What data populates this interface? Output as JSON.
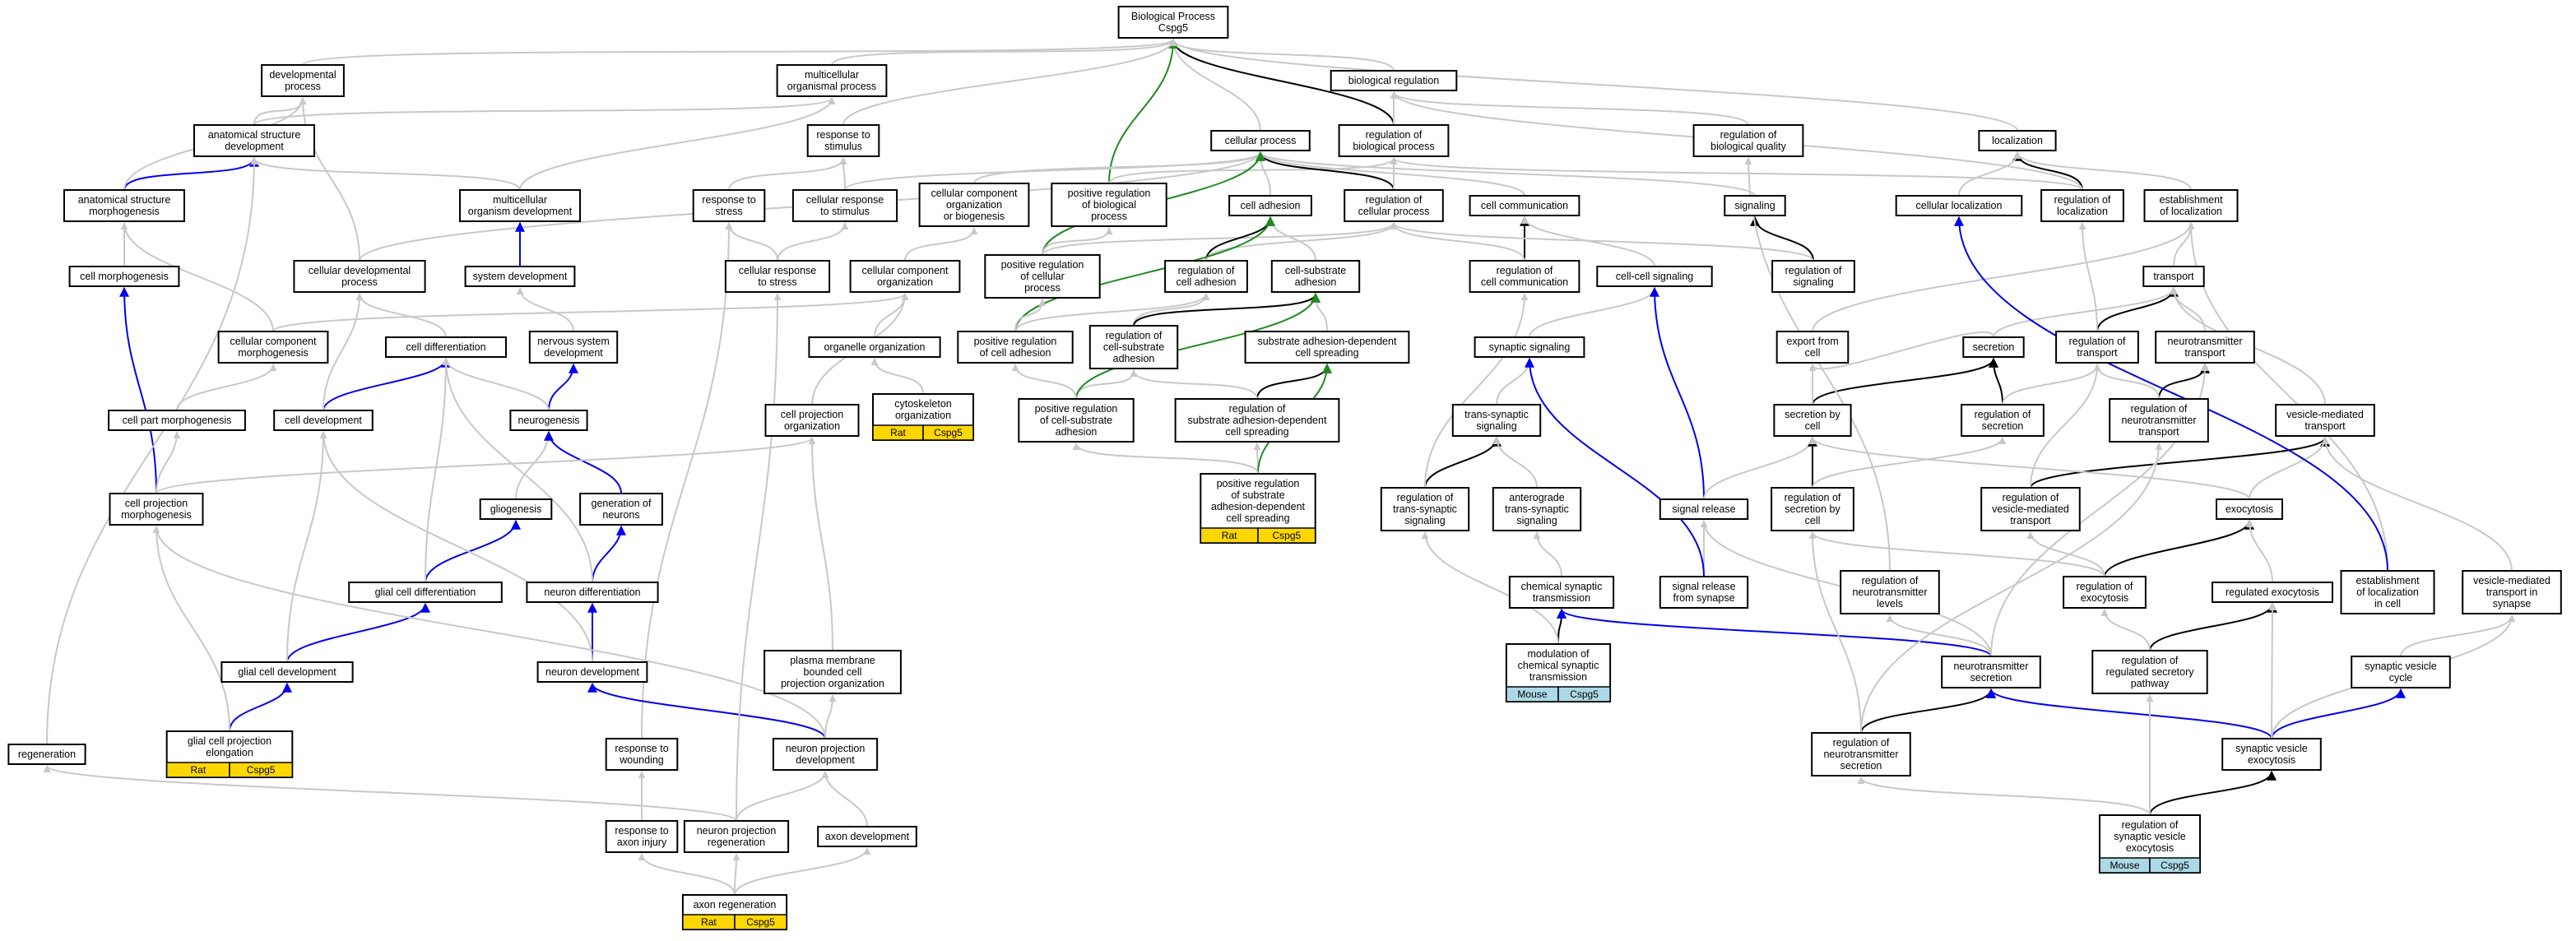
{
  "colors": {
    "gray": "#c8c8c8",
    "black": "#000000",
    "blue": "#0000ee",
    "green": "#208a20",
    "rat": "#ffd700",
    "mouse": "#add8e6"
  },
  "nodes": [
    {
      "id": "bp",
      "label": "Biological Process\nCspg5"
    },
    {
      "id": "dev",
      "label": "developmental\nprocess"
    },
    {
      "id": "mop",
      "label": "multicellular\norganismal process"
    },
    {
      "id": "bioreg",
      "label": "biological regulation"
    },
    {
      "id": "asd",
      "label": "anatomical structure\ndevelopment"
    },
    {
      "id": "rts",
      "label": "response to\nstimulus"
    },
    {
      "id": "cp",
      "label": "cellular process"
    },
    {
      "id": "rbp",
      "label": "regulation of\nbiological process"
    },
    {
      "id": "rbq",
      "label": "regulation of\nbiological quality"
    },
    {
      "id": "loc",
      "label": "localization"
    },
    {
      "id": "asm",
      "label": "anatomical structure\nmorphogenesis"
    },
    {
      "id": "mod",
      "label": "multicellular\norganism development"
    },
    {
      "id": "rtst",
      "label": "response to\nstress"
    },
    {
      "id": "crs",
      "label": "cellular response\nto stimulus"
    },
    {
      "id": "ccob",
      "label": "cellular component\norganization\nor biogenesis"
    },
    {
      "id": "prbp",
      "label": "positive regulation\nof biological\nprocess"
    },
    {
      "id": "ca",
      "label": "cell adhesion"
    },
    {
      "id": "rcp",
      "label": "regulation of\ncellular process"
    },
    {
      "id": "cc",
      "label": "cell communication"
    },
    {
      "id": "sig",
      "label": "signaling"
    },
    {
      "id": "cl",
      "label": "cellular localization"
    },
    {
      "id": "rloc",
      "label": "regulation of\nlocalization"
    },
    {
      "id": "eloc",
      "label": "establishment\nof localization"
    },
    {
      "id": "cm",
      "label": "cell morphogenesis"
    },
    {
      "id": "cdp",
      "label": "cellular developmental\nprocess"
    },
    {
      "id": "sd",
      "label": "system development"
    },
    {
      "id": "crst",
      "label": "cellular response\nto stress"
    },
    {
      "id": "cco",
      "label": "cellular component\norganization"
    },
    {
      "id": "prcp",
      "label": "positive regulation\nof cellular\nprocess"
    },
    {
      "id": "rca",
      "label": "regulation of\ncell adhesion"
    },
    {
      "id": "csa",
      "label": "cell-substrate\nadhesion"
    },
    {
      "id": "rcc",
      "label": "regulation of\ncell communication"
    },
    {
      "id": "ccs",
      "label": "cell-cell signaling"
    },
    {
      "id": "rsig",
      "label": "regulation of\nsignaling"
    },
    {
      "id": "tr",
      "label": "transport"
    },
    {
      "id": "ccm",
      "label": "cellular component\nmorphogenesis"
    },
    {
      "id": "cdiff",
      "label": "cell differentiation"
    },
    {
      "id": "nsd",
      "label": "nervous system\ndevelopment"
    },
    {
      "id": "oo",
      "label": "organelle organization"
    },
    {
      "id": "prca",
      "label": "positive regulation\nof cell adhesion"
    },
    {
      "id": "rcsa",
      "label": "regulation of\ncell-substrate\nadhesion"
    },
    {
      "id": "sadcs",
      "label": "substrate adhesion-dependent\ncell spreading"
    },
    {
      "id": "ss",
      "label": "synaptic signaling"
    },
    {
      "id": "efc",
      "label": "export from\ncell"
    },
    {
      "id": "sec",
      "label": "secretion"
    },
    {
      "id": "rtr",
      "label": "regulation of\ntransport"
    },
    {
      "id": "ntt",
      "label": "neurotransmitter\ntransport"
    },
    {
      "id": "cpm",
      "label": "cell part morphogenesis"
    },
    {
      "id": "cdev",
      "label": "cell development"
    },
    {
      "id": "neurog",
      "label": "neurogenesis"
    },
    {
      "id": "cpo",
      "label": "cell projection\norganization"
    },
    {
      "id": "cyto",
      "label": "cytoskeleton\norganization"
    },
    {
      "id": "prcsa",
      "label": "positive regulation\nof cell-substrate\nadhesion"
    },
    {
      "id": "rsadcs",
      "label": "regulation of\nsubstrate adhesion-dependent\ncell spreading"
    },
    {
      "id": "tss",
      "label": "trans-synaptic\nsignaling"
    },
    {
      "id": "sbc",
      "label": "secretion by\ncell"
    },
    {
      "id": "rsec",
      "label": "regulation of\nsecretion"
    },
    {
      "id": "rntt",
      "label": "regulation of\nneurotransmitter\ntransport"
    },
    {
      "id": "vmt",
      "label": "vesicle-mediated\ntransport"
    },
    {
      "id": "glio",
      "label": "gliogenesis"
    },
    {
      "id": "gon",
      "label": "generation of\nneurons"
    },
    {
      "id": "prsadcs",
      "label": "positive regulation\nof substrate\nadhesion-dependent\ncell spreading"
    },
    {
      "id": "cpmorph",
      "label": "cell projection\nmorphogenesis"
    },
    {
      "id": "rtss",
      "label": "regulation of\ntrans-synaptic\nsignaling"
    },
    {
      "id": "atss",
      "label": "anterograde\ntrans-synaptic\nsignaling"
    },
    {
      "id": "sr",
      "label": "signal release"
    },
    {
      "id": "rsbc",
      "label": "regulation of\nsecretion by\ncell"
    },
    {
      "id": "rvmt",
      "label": "regulation of\nvesicle-mediated\ntransport"
    },
    {
      "id": "exo",
      "label": "exocytosis"
    },
    {
      "id": "gcd",
      "label": "glial cell differentiation"
    },
    {
      "id": "nd",
      "label": "neuron differentiation"
    },
    {
      "id": "cst",
      "label": "chemical synaptic\ntransmission"
    },
    {
      "id": "srfs",
      "label": "signal release\nfrom synapse"
    },
    {
      "id": "rntl",
      "label": "regulation of\nneurotransmitter\nlevels"
    },
    {
      "id": "rexo",
      "label": "regulation of\nexocytosis"
    },
    {
      "id": "regexo",
      "label": "regulated exocytosis"
    },
    {
      "id": "elic",
      "label": "establishment\nof localization\nin cell"
    },
    {
      "id": "vmtis",
      "label": "vesicle-mediated\ntransport in\nsynapse"
    },
    {
      "id": "gcdev",
      "label": "glial cell development"
    },
    {
      "id": "ndev",
      "label": "neuron development"
    },
    {
      "id": "pmb",
      "label": "plasma membrane\nbounded cell\nprojection organization"
    },
    {
      "id": "mcst",
      "label": "modulation of\nchemical synaptic\ntransmission"
    },
    {
      "id": "nts",
      "label": "neurotransmitter\nsecretion"
    },
    {
      "id": "rrsp",
      "label": "regulation of\nregulated secretory\npathway"
    },
    {
      "id": "svc",
      "label": "synaptic vesicle\ncycle"
    },
    {
      "id": "gcpe",
      "label": "glial cell projection\nelongation"
    },
    {
      "id": "regen",
      "label": "regeneration"
    },
    {
      "id": "rtw",
      "label": "response to\nwounding"
    },
    {
      "id": "npd",
      "label": "neuron projection\ndevelopment"
    },
    {
      "id": "rnts",
      "label": "regulation of\nneurotransmitter\nsecretion"
    },
    {
      "id": "sve",
      "label": "synaptic vesicle\nexocytosis"
    },
    {
      "id": "rtai",
      "label": "response to\naxon injury"
    },
    {
      "id": "npr",
      "label": "neuron projection\nregeneration"
    },
    {
      "id": "ad",
      "label": "axon development"
    },
    {
      "id": "rsve",
      "label": "regulation of\nsynaptic vesicle\nexocytosis"
    },
    {
      "id": "ar",
      "label": "axon regeneration"
    }
  ],
  "annotations": [
    {
      "node": "cyto",
      "species": "Rat",
      "gene": "Cspg5",
      "color": "#ffd700"
    },
    {
      "node": "prsadcs",
      "species": "Rat",
      "gene": "Cspg5",
      "color": "#ffd700"
    },
    {
      "node": "mcst",
      "species": "Mouse",
      "gene": "Cspg5",
      "color": "#add8e6"
    },
    {
      "node": "gcpe",
      "species": "Rat",
      "gene": "Cspg5",
      "color": "#ffd700"
    },
    {
      "node": "rsve",
      "species": "Mouse",
      "gene": "Cspg5",
      "color": "#add8e6"
    },
    {
      "node": "ar",
      "species": "Rat",
      "gene": "Cspg5",
      "color": "#ffd700"
    }
  ],
  "edges": [
    [
      "dev",
      "bp",
      "gray"
    ],
    [
      "mop",
      "bp",
      "gray"
    ],
    [
      "bioreg",
      "bp",
      "gray"
    ],
    [
      "cp",
      "bp",
      "gray"
    ],
    [
      "rbp",
      "bp",
      "black"
    ],
    [
      "loc",
      "bp",
      "gray"
    ],
    [
      "prbp",
      "bp",
      "green"
    ],
    [
      "asd",
      "dev",
      "gray"
    ],
    [
      "asd",
      "mop",
      "gray"
    ],
    [
      "rts",
      "bp",
      "gray"
    ],
    [
      "rbp",
      "bioreg",
      "gray"
    ],
    [
      "rbq",
      "bioreg",
      "gray"
    ],
    [
      "rloc",
      "loc",
      "black"
    ],
    [
      "cl",
      "loc",
      "gray"
    ],
    [
      "eloc",
      "loc",
      "gray"
    ],
    [
      "asm",
      "asd",
      "blue"
    ],
    [
      "asm",
      "dev",
      "gray"
    ],
    [
      "mod",
      "asd",
      "gray"
    ],
    [
      "mod",
      "mop",
      "gray"
    ],
    [
      "rtst",
      "rts",
      "gray"
    ],
    [
      "crs",
      "rts",
      "gray"
    ],
    [
      "crs",
      "cp",
      "gray"
    ],
    [
      "ccob",
      "cp",
      "gray"
    ],
    [
      "prbp",
      "rbp",
      "gray"
    ],
    [
      "ca",
      "cp",
      "gray"
    ],
    [
      "rcp",
      "cp",
      "black"
    ],
    [
      "rcp",
      "rbp",
      "gray"
    ],
    [
      "cc",
      "cp",
      "gray"
    ],
    [
      "sig",
      "cp",
      "gray"
    ],
    [
      "rloc",
      "rbp",
      "gray"
    ],
    [
      "rloc",
      "bioreg",
      "gray"
    ],
    [
      "cm",
      "asm",
      "gray"
    ],
    [
      "cdp",
      "dev",
      "gray"
    ],
    [
      "cdp",
      "cp",
      "gray"
    ],
    [
      "sd",
      "mod",
      "blue"
    ],
    [
      "crst",
      "rtst",
      "gray"
    ],
    [
      "crst",
      "crs",
      "gray"
    ],
    [
      "cco",
      "ccob",
      "gray"
    ],
    [
      "prcp",
      "cp",
      "green"
    ],
    [
      "prcp",
      "rcp",
      "gray"
    ],
    [
      "prcp",
      "prbp",
      "gray"
    ],
    [
      "rca",
      "ca",
      "black"
    ],
    [
      "rca",
      "rcp",
      "gray"
    ],
    [
      "csa",
      "ca",
      "gray"
    ],
    [
      "rcc",
      "cc",
      "black"
    ],
    [
      "rcc",
      "rcp",
      "gray"
    ],
    [
      "ccs",
      "cc",
      "gray"
    ],
    [
      "rsig",
      "sig",
      "black"
    ],
    [
      "rsig",
      "rcp",
      "gray"
    ],
    [
      "tr",
      "eloc",
      "gray"
    ],
    [
      "ccm",
      "asm",
      "gray"
    ],
    [
      "ccm",
      "cco",
      "gray"
    ],
    [
      "cdiff",
      "cdp",
      "gray"
    ],
    [
      "nsd",
      "sd",
      "gray"
    ],
    [
      "oo",
      "cco",
      "gray"
    ],
    [
      "prca",
      "rca",
      "gray"
    ],
    [
      "prca",
      "ca",
      "green"
    ],
    [
      "prca",
      "prcp",
      "gray"
    ],
    [
      "rcsa",
      "rca",
      "gray"
    ],
    [
      "rcsa",
      "csa",
      "black"
    ],
    [
      "sadcs",
      "csa",
      "gray"
    ],
    [
      "ss",
      "ccs",
      "gray"
    ],
    [
      "efc",
      "eloc",
      "gray"
    ],
    [
      "sec",
      "tr",
      "gray"
    ],
    [
      "sec",
      "efc",
      "gray"
    ],
    [
      "rtr",
      "tr",
      "black"
    ],
    [
      "rtr",
      "rloc",
      "gray"
    ],
    [
      "ntt",
      "tr",
      "gray"
    ],
    [
      "cpm",
      "ccm",
      "gray"
    ],
    [
      "cdev",
      "cdiff",
      "blue"
    ],
    [
      "cdev",
      "cdp",
      "gray"
    ],
    [
      "neurog",
      "nsd",
      "blue"
    ],
    [
      "neurog",
      "cdiff",
      "gray"
    ],
    [
      "cpo",
      "cco",
      "gray"
    ],
    [
      "cyto",
      "oo",
      "gray"
    ],
    [
      "prcsa",
      "rcsa",
      "gray"
    ],
    [
      "prcsa",
      "csa",
      "green"
    ],
    [
      "prcsa",
      "prca",
      "gray"
    ],
    [
      "rsadcs",
      "sadcs",
      "black"
    ],
    [
      "rsadcs",
      "rcsa",
      "gray"
    ],
    [
      "tss",
      "ss",
      "gray"
    ],
    [
      "sbc",
      "sec",
      "black"
    ],
    [
      "sbc",
      "efc",
      "gray"
    ],
    [
      "rsec",
      "sec",
      "black"
    ],
    [
      "rsec",
      "rtr",
      "gray"
    ],
    [
      "rntt",
      "ntt",
      "black"
    ],
    [
      "rntt",
      "rtr",
      "gray"
    ],
    [
      "vmt",
      "tr",
      "gray"
    ],
    [
      "glio",
      "neurog",
      "gray"
    ],
    [
      "gon",
      "neurog",
      "blue"
    ],
    [
      "prsadcs",
      "rsadcs",
      "gray"
    ],
    [
      "prsadcs",
      "sadcs",
      "green"
    ],
    [
      "prsadcs",
      "prcsa",
      "gray"
    ],
    [
      "cpmorph",
      "cm",
      "blue"
    ],
    [
      "cpmorph",
      "cpm",
      "gray"
    ],
    [
      "cpmorph",
      "cpo",
      "gray"
    ],
    [
      "rtss",
      "tss",
      "black"
    ],
    [
      "rtss",
      "rcc",
      "gray"
    ],
    [
      "atss",
      "tss",
      "gray"
    ],
    [
      "sr",
      "ccs",
      "blue"
    ],
    [
      "sr",
      "sbc",
      "gray"
    ],
    [
      "rsbc",
      "sbc",
      "black"
    ],
    [
      "rsbc",
      "rsec",
      "gray"
    ],
    [
      "rvmt",
      "vmt",
      "black"
    ],
    [
      "rvmt",
      "rtr",
      "gray"
    ],
    [
      "exo",
      "vmt",
      "gray"
    ],
    [
      "exo",
      "sbc",
      "gray"
    ],
    [
      "gcd",
      "glio",
      "blue"
    ],
    [
      "gcd",
      "cdiff",
      "gray"
    ],
    [
      "nd",
      "gon",
      "blue"
    ],
    [
      "nd",
      "cdiff",
      "gray"
    ],
    [
      "cst",
      "atss",
      "gray"
    ],
    [
      "srfs",
      "sr",
      "gray"
    ],
    [
      "srfs",
      "ss",
      "blue"
    ],
    [
      "rntl",
      "rbq",
      "gray"
    ],
    [
      "rexo",
      "exo",
      "black"
    ],
    [
      "rexo",
      "rsbc",
      "gray"
    ],
    [
      "rexo",
      "rvmt",
      "gray"
    ],
    [
      "regexo",
      "exo",
      "gray"
    ],
    [
      "elic",
      "eloc",
      "gray"
    ],
    [
      "elic",
      "cl",
      "blue"
    ],
    [
      "vmtis",
      "vmt",
      "gray"
    ],
    [
      "gcdev",
      "gcd",
      "blue"
    ],
    [
      "gcdev",
      "cdev",
      "gray"
    ],
    [
      "ndev",
      "nd",
      "blue"
    ],
    [
      "ndev",
      "cdev",
      "gray"
    ],
    [
      "pmb",
      "cpo",
      "gray"
    ],
    [
      "mcst",
      "cst",
      "black"
    ],
    [
      "mcst",
      "rtss",
      "gray"
    ],
    [
      "nts",
      "cst",
      "blue"
    ],
    [
      "nts",
      "sr",
      "gray"
    ],
    [
      "nts",
      "rntl",
      "gray"
    ],
    [
      "nts",
      "ntt",
      "gray"
    ],
    [
      "rrsp",
      "regexo",
      "black"
    ],
    [
      "rrsp",
      "rexo",
      "gray"
    ],
    [
      "svc",
      "vmtis",
      "gray"
    ],
    [
      "gcpe",
      "gcdev",
      "blue"
    ],
    [
      "gcpe",
      "cpmorph",
      "gray"
    ],
    [
      "regen",
      "asd",
      "gray"
    ],
    [
      "rtw",
      "rtst",
      "gray"
    ],
    [
      "npd",
      "ndev",
      "blue"
    ],
    [
      "npd",
      "pmb",
      "gray"
    ],
    [
      "npd",
      "cpmorph",
      "gray"
    ],
    [
      "rnts",
      "nts",
      "black"
    ],
    [
      "rnts",
      "rsbc",
      "gray"
    ],
    [
      "rnts",
      "rntt",
      "gray"
    ],
    [
      "sve",
      "nts",
      "blue"
    ],
    [
      "sve",
      "svc",
      "blue"
    ],
    [
      "sve",
      "regexo",
      "gray"
    ],
    [
      "sve",
      "vmtis",
      "gray"
    ],
    [
      "rtai",
      "rtw",
      "gray"
    ],
    [
      "npr",
      "npd",
      "gray"
    ],
    [
      "npr",
      "regen",
      "gray"
    ],
    [
      "npr",
      "crst",
      "gray"
    ],
    [
      "ad",
      "npd",
      "gray"
    ],
    [
      "rsve",
      "sve",
      "black"
    ],
    [
      "rsve",
      "rrsp",
      "gray"
    ],
    [
      "rsve",
      "rnts",
      "gray"
    ],
    [
      "ar",
      "npr",
      "gray"
    ],
    [
      "ar",
      "rtai",
      "gray"
    ],
    [
      "ar",
      "ad",
      "gray"
    ]
  ]
}
